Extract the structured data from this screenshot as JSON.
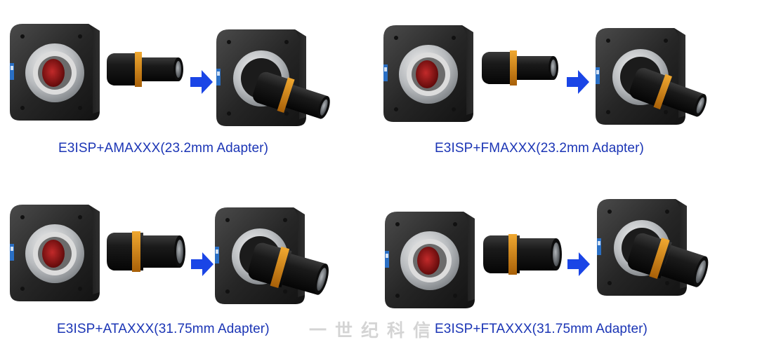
{
  "panels": [
    {
      "caption": "E3ISP+AMAXXX(23.2mm Adapter)"
    },
    {
      "caption": "E3ISP+FMAXXX(23.2mm Adapter)"
    },
    {
      "caption": "E3ISP+ATAXXX(31.75mm Adapter)"
    },
    {
      "caption": "E3ISP+FTAXXX(31.75mm Adapter)"
    }
  ],
  "watermark": "一世纪科信",
  "colors": {
    "caption": "#1b35b5",
    "arrow": "#1a45e6",
    "camera_body": "#262626",
    "mount_ring": "#b9bcbf",
    "sensor": "#8a1010",
    "adapter_band": "#d88a16"
  }
}
